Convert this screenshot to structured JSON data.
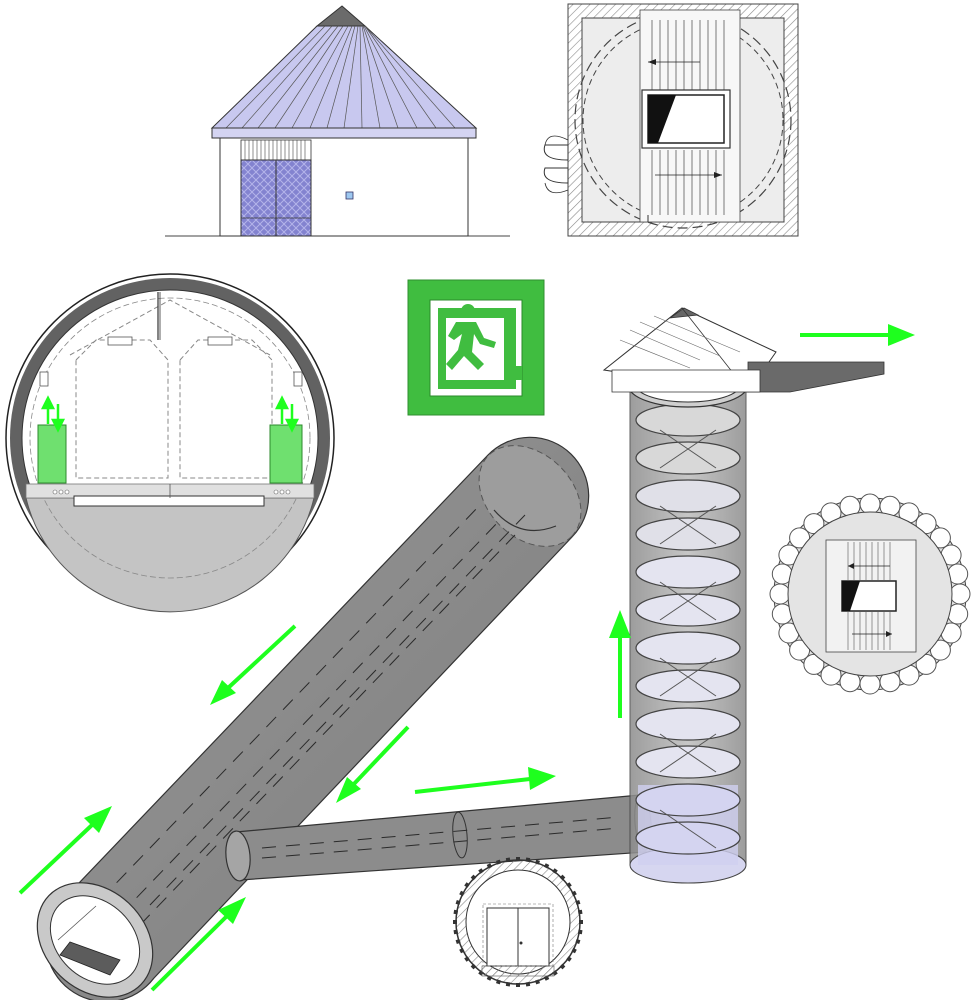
{
  "diagram": {
    "colors": {
      "background": "#ffffff",
      "tube_fill": "#8f8f8f",
      "tube_dark": "#6f6f6f",
      "tube_light": "#b5b5b5",
      "line": "#333333",
      "arrow": "#1eff1e",
      "exit_sign": "#3fbf3f",
      "roof": "#c7c7ee",
      "doors": "#7d7dcc",
      "equipment_box": "#66e066",
      "stair_glass": "#d8d8f0",
      "hatch": "#9a9a9a"
    },
    "icons": [
      "running-person-icon",
      "door-icon",
      "window-icon"
    ],
    "panels": [
      "building-elevation",
      "shaft-plan",
      "tunnel-cross-section",
      "exit-sign",
      "main-tunnel",
      "connecting-passage",
      "evacuation-shaft",
      "shaft-section",
      "passage-cross-section"
    ]
  }
}
